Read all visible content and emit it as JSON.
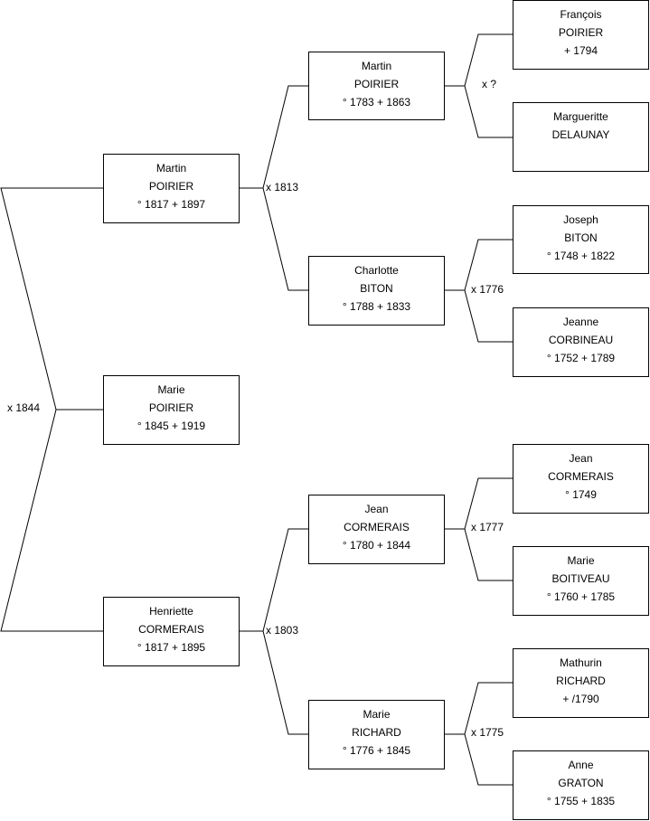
{
  "persons": {
    "marie": {
      "first": "Marie",
      "last": "POIRIER",
      "dates": "° 1845 + 1919"
    },
    "martin_1817": {
      "first": "Martin",
      "last": "POIRIER",
      "dates": "° 1817 + 1897"
    },
    "henriette": {
      "first": "Henriette",
      "last": "CORMERAIS",
      "dates": "° 1817 + 1895"
    },
    "martin_1783": {
      "first": "Martin",
      "last": "POIRIER",
      "dates": "° 1783 + 1863"
    },
    "charlotte": {
      "first": "Charlotte",
      "last": "BITON",
      "dates": "° 1788 + 1833"
    },
    "jean_1780": {
      "first": "Jean",
      "last": "CORMERAIS",
      "dates": "° 1780 + 1844"
    },
    "marie_richard": {
      "first": "Marie",
      "last": "RICHARD",
      "dates": "° 1776 + 1845"
    },
    "francois": {
      "first": "François",
      "last": "POIRIER",
      "dates": "+ 1794"
    },
    "margueritte": {
      "first": "Margueritte",
      "last": "DELAUNAY",
      "dates": ""
    },
    "joseph": {
      "first": "Joseph",
      "last": "BITON",
      "dates": "° 1748 + 1822"
    },
    "jeanne": {
      "first": "Jeanne",
      "last": "CORBINEAU",
      "dates": "° 1752 + 1789"
    },
    "jean_1749": {
      "first": "Jean",
      "last": "CORMERAIS",
      "dates": "° 1749"
    },
    "marie_boitiveau": {
      "first": "Marie",
      "last": "BOITIVEAU",
      "dates": "° 1760 + 1785"
    },
    "mathurin": {
      "first": "Mathurin",
      "last": "RICHARD",
      "dates": "+ /1790"
    },
    "anne": {
      "first": "Anne",
      "last": "GRATON",
      "dates": "° 1755 + 1835"
    }
  },
  "marriages": {
    "m_1844": "x 1844",
    "m_1813": "x 1813",
    "m_1803": "x 1803",
    "m_unknown": "x ?",
    "m_1776": "x 1776",
    "m_1777": "x 1777",
    "m_1775": "x 1775"
  }
}
